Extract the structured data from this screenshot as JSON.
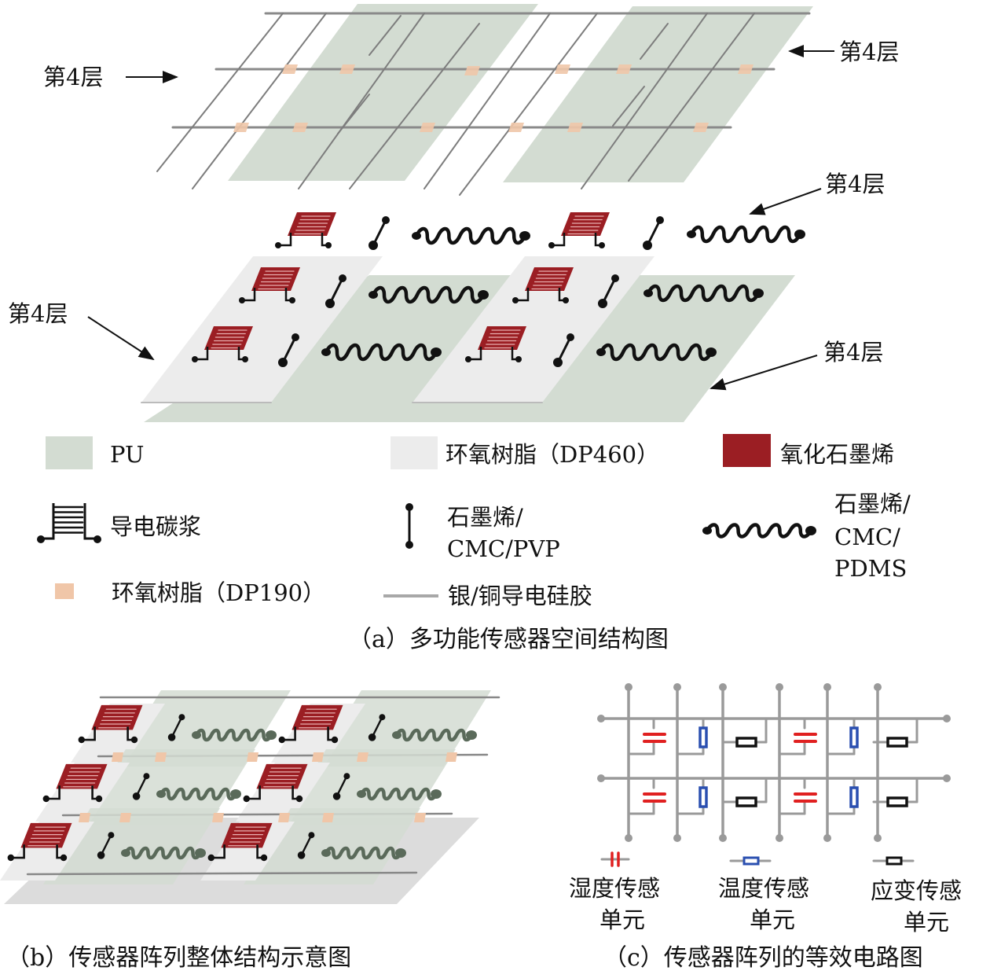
{
  "panel_a": {
    "layer_labels": [
      "第4层",
      "第4层",
      "第4层",
      "第4层",
      "第4层"
    ],
    "legend": {
      "pu": "PU",
      "epoxy_dp460": "环氧树脂（DP460）",
      "graphene_oxide": "氧化石墨烯",
      "carbon_paste": "导电碳浆",
      "graphene_cmc_pvp_line1": "石墨烯/",
      "graphene_cmc_pvp_line2": "CMC/PVP",
      "graphene_cmc_pdms_line1": "石墨烯/",
      "graphene_cmc_pdms_line2": "CMC/",
      "graphene_cmc_pdms_line3": "PDMS",
      "epoxy_dp190": "环氧树脂（DP190）",
      "silver_copper_silicone": "银/铜导电硅胶"
    },
    "caption": "（a）多功能传感器空间结构图"
  },
  "panel_b": {
    "caption": "（b）传感器阵列整体结构示意图"
  },
  "panel_c": {
    "legend": {
      "humidity_line1": "湿度传感",
      "humidity_line2": "单元",
      "temperature_line1": "温度传感",
      "temperature_line2": "单元",
      "strain_line1": "应变传感",
      "strain_line2": "单元"
    },
    "caption": "（c）传感器阵列的等效电路图"
  },
  "colors": {
    "pu": "#d3dcd2",
    "epoxy_dp460": "#ececec",
    "graphene_oxide": "#9b1e23",
    "epoxy_dp190": "#f0c6a8",
    "wire": "#9a9a9a",
    "humidity": "#e02020",
    "temperature": "#2a4fb0",
    "strain": "#111111"
  }
}
